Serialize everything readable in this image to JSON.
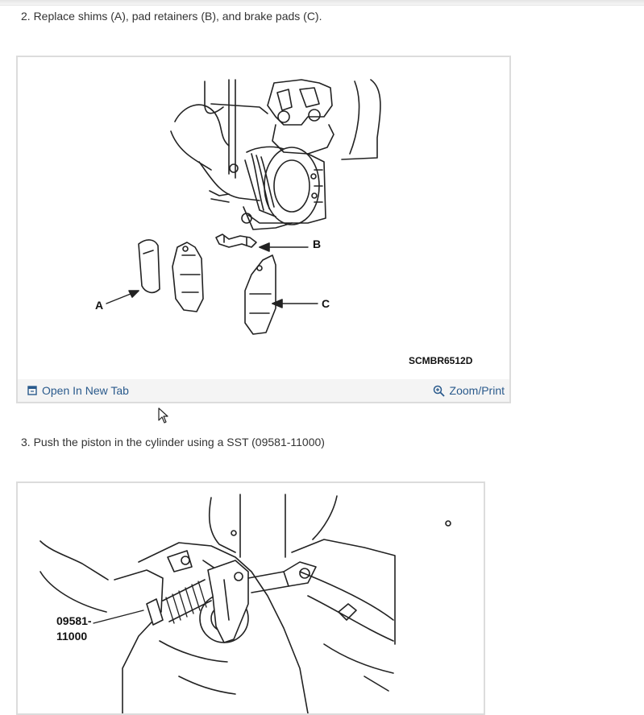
{
  "steps": [
    {
      "text": "2. Replace shims (A), pad retainers (B), and brake pads (C)."
    },
    {
      "text": "3. Push the piston in the cylinder using a SST (09581-11000)"
    }
  ],
  "figure1": {
    "labels": {
      "a": "A",
      "b": "B",
      "c": "C"
    },
    "code": "SCMBR6512D",
    "footer": {
      "open_label": "Open In New Tab",
      "open_icon": "open-new-tab-icon",
      "zoom_label": "Zoom/Print",
      "zoom_icon": "magnifier-plus-icon"
    }
  },
  "figure2": {
    "tool_number_line1": "09581-",
    "tool_number_line2": "11000"
  },
  "colors": {
    "link": "#2a5a8c",
    "frame": "#dcdcdc",
    "footer_bg": "#f4f4f4"
  }
}
